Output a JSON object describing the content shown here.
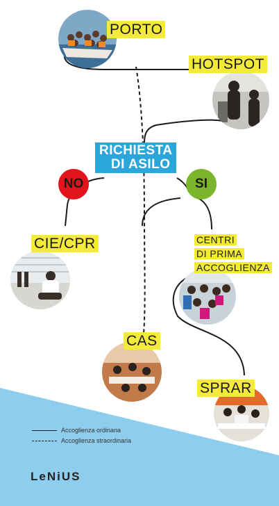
{
  "colors": {
    "label_bg": "#f4ea3a",
    "title_bg": "#2aa6db",
    "no": "#e3131b",
    "si": "#7bb52c",
    "footer": "#8fcdee"
  },
  "nodes": {
    "porto": "PORTO",
    "hotspot": "HOTSPOT",
    "richiesta_line1": "RICHIESTA",
    "richiesta_line2": "DI ASILO",
    "no": "NO",
    "si": "SI",
    "cie": "CIE/CPR",
    "centri_line1": "CENTRI",
    "centri_line2": "DI PRIMA",
    "centri_line3": "ACCOGLIENZA",
    "cas": "CAS",
    "sprar": "SPRAR"
  },
  "legend": {
    "solid": "Accoglienza ordinaria",
    "dashed": "Accoglienza straordinaria"
  },
  "logo": "LeNiUS"
}
